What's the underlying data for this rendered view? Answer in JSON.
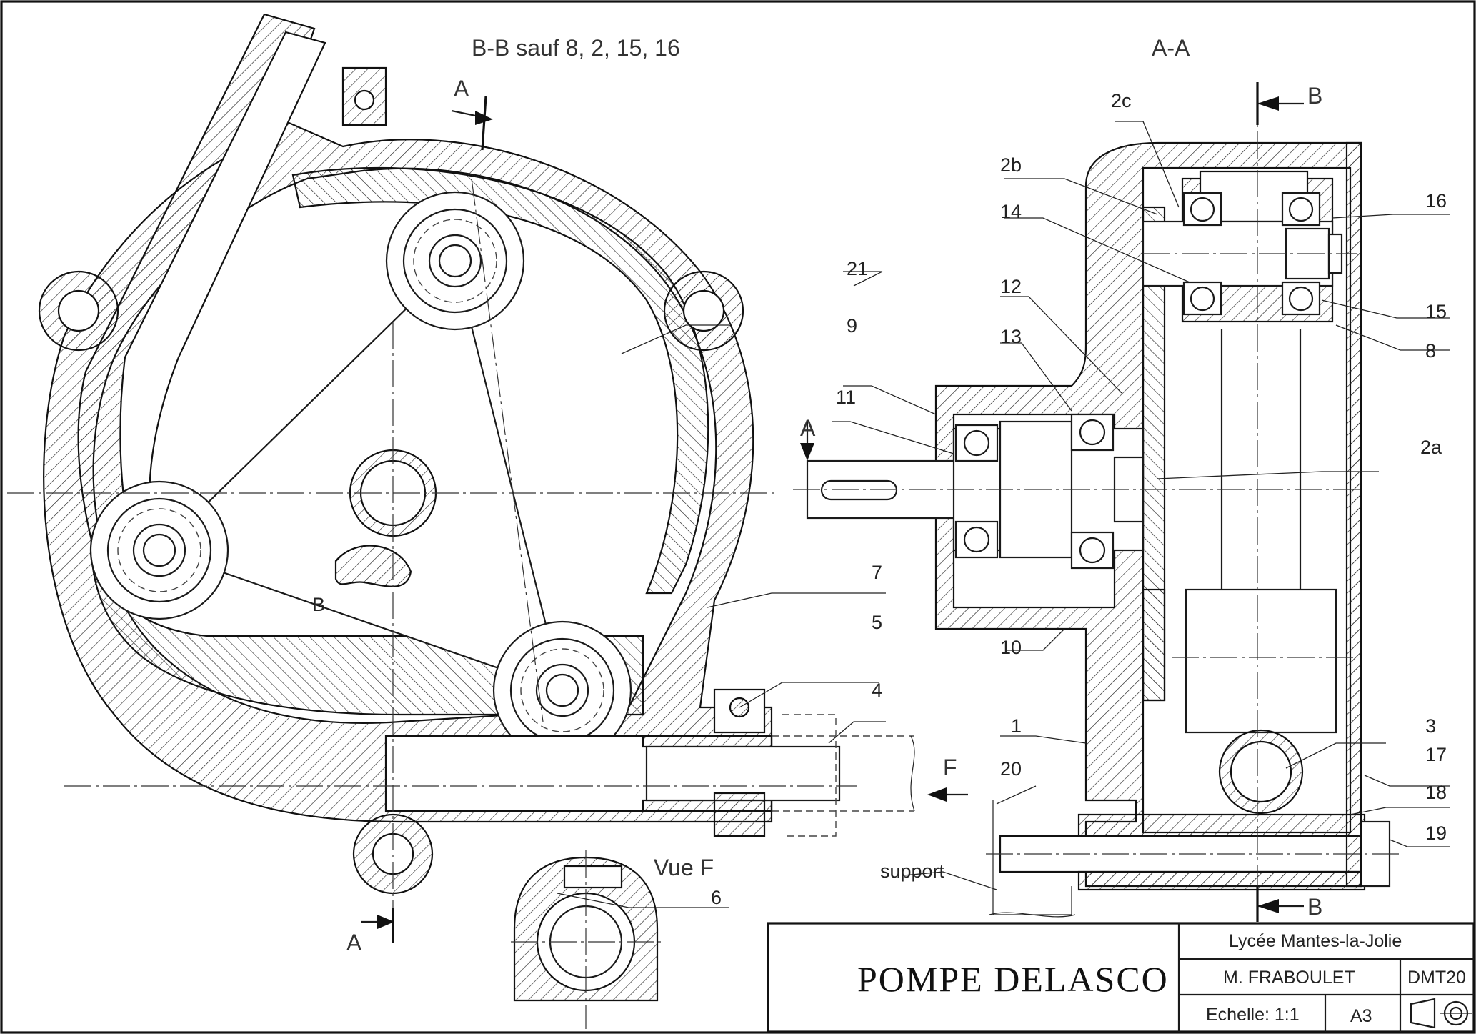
{
  "views": {
    "section_bb": "B-B sauf 8, 2, 15, 16",
    "section_aa": "A-A",
    "view_f": "Vue F"
  },
  "cut_markers": {
    "a": "A",
    "b": "B"
  },
  "arrow_labels": {
    "f": "F"
  },
  "part_labels": {
    "p1": "1",
    "p2a": "2a",
    "p2b": "2b",
    "p2c": "2c",
    "p3": "3",
    "p4": "4",
    "p5": "5",
    "p6": "6",
    "p7": "7",
    "p8": "8",
    "p9": "9",
    "p10": "10",
    "p11": "11",
    "p12": "12",
    "p13": "13",
    "p14": "14",
    "p15": "15",
    "p16": "16",
    "p17": "17",
    "p18": "18",
    "p19": "19",
    "p20": "20",
    "p21": "21",
    "support": "support"
  },
  "title_block": {
    "title": "POMPE DELASCO",
    "school": "Lycée Mantes-la-Jolie",
    "author": "M. FRABOULET",
    "reference": "DMT20",
    "scale": "Echelle: 1:1",
    "format": "A3",
    "projection_symbol": "projection-symbol"
  }
}
